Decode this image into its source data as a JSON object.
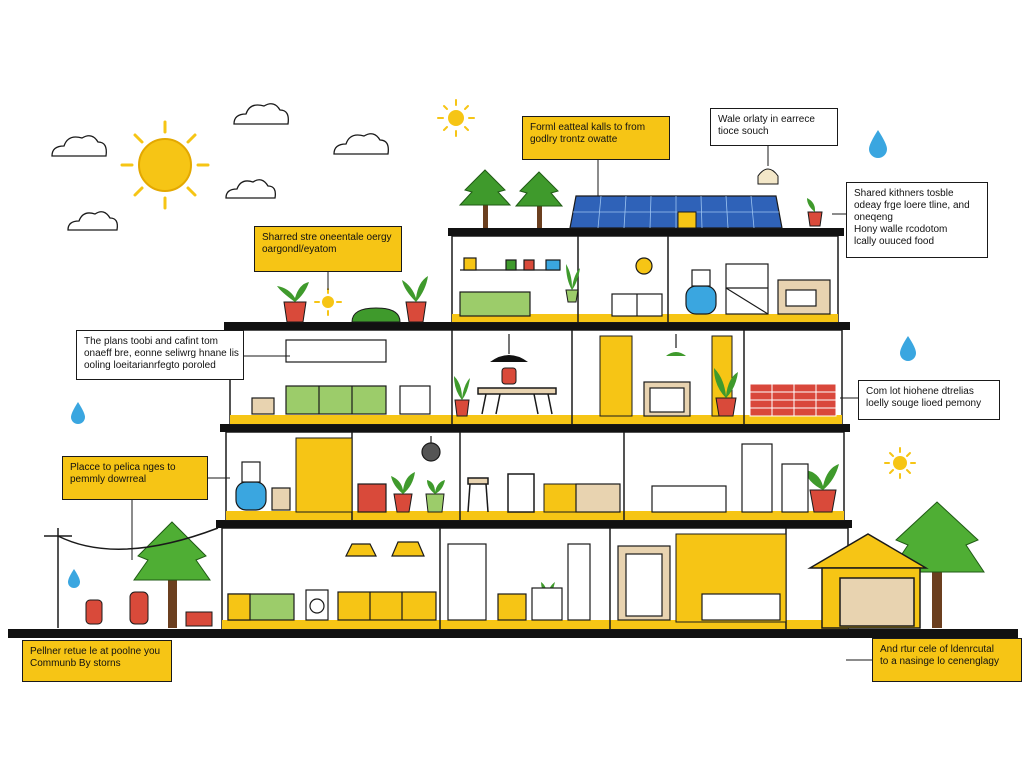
{
  "colors": {
    "accent_yellow": "#f6c515",
    "outline": "#1a1a1a",
    "plant_green": "#3f9a2c",
    "pot_red": "#d94a3a",
    "water_blue": "#3aa6e0",
    "solar_blue": "#2f62b8",
    "cabinet_green": "#9ccc6a",
    "brick_red": "#d9473b"
  },
  "callouts": {
    "rooftop_food": {
      "line1": "Forml eatteal kalls to from",
      "line2": "godlry trontz owatte"
    },
    "water_storage": {
      "line1": "Wale orlaty in earrece",
      "line2": "tioce souch"
    },
    "shared_kitchens": {
      "line1": "Shared kithners tosble",
      "line2": "odeay frge loere tline, and",
      "line3": "oneqeng",
      "line4": "Hony walle rcodotom",
      "line5": "lcally ouuced food"
    },
    "shared_energy": {
      "line1": "Sharred stre oneentale oergy",
      "line2": "oargondl/eyatom"
    },
    "plants_tools": {
      "line1": "The plans toobi and cafint tom",
      "line2": "onaeff bre, eonne seliwrg hnane lis",
      "line3": "ooling loeitarianrfegto poroled"
    },
    "local_kitchens": {
      "line1": "Com lot hiohene dtrelias",
      "line2": "loelly souge lioed pemony"
    },
    "pantry_control": {
      "line1": "Placce to pelica nges to",
      "line2": "pemmly dowrreal"
    },
    "community_systems": {
      "line1": "Pellner retue le at poolne you",
      "line2": "Communb By storns"
    },
    "technology": {
      "line1": "And rtur cele of ldenrcutal",
      "line2": "to a nasinge lo cenenglagy"
    }
  },
  "icons": [
    "sun-icon",
    "small-sun-icon",
    "cloud-icon",
    "water-drop-icon",
    "solar-panel-icon",
    "tree-icon",
    "potted-plant-icon",
    "pendant-lamp-icon",
    "power-pole-icon",
    "gas-cylinder-icon",
    "shed-icon"
  ]
}
